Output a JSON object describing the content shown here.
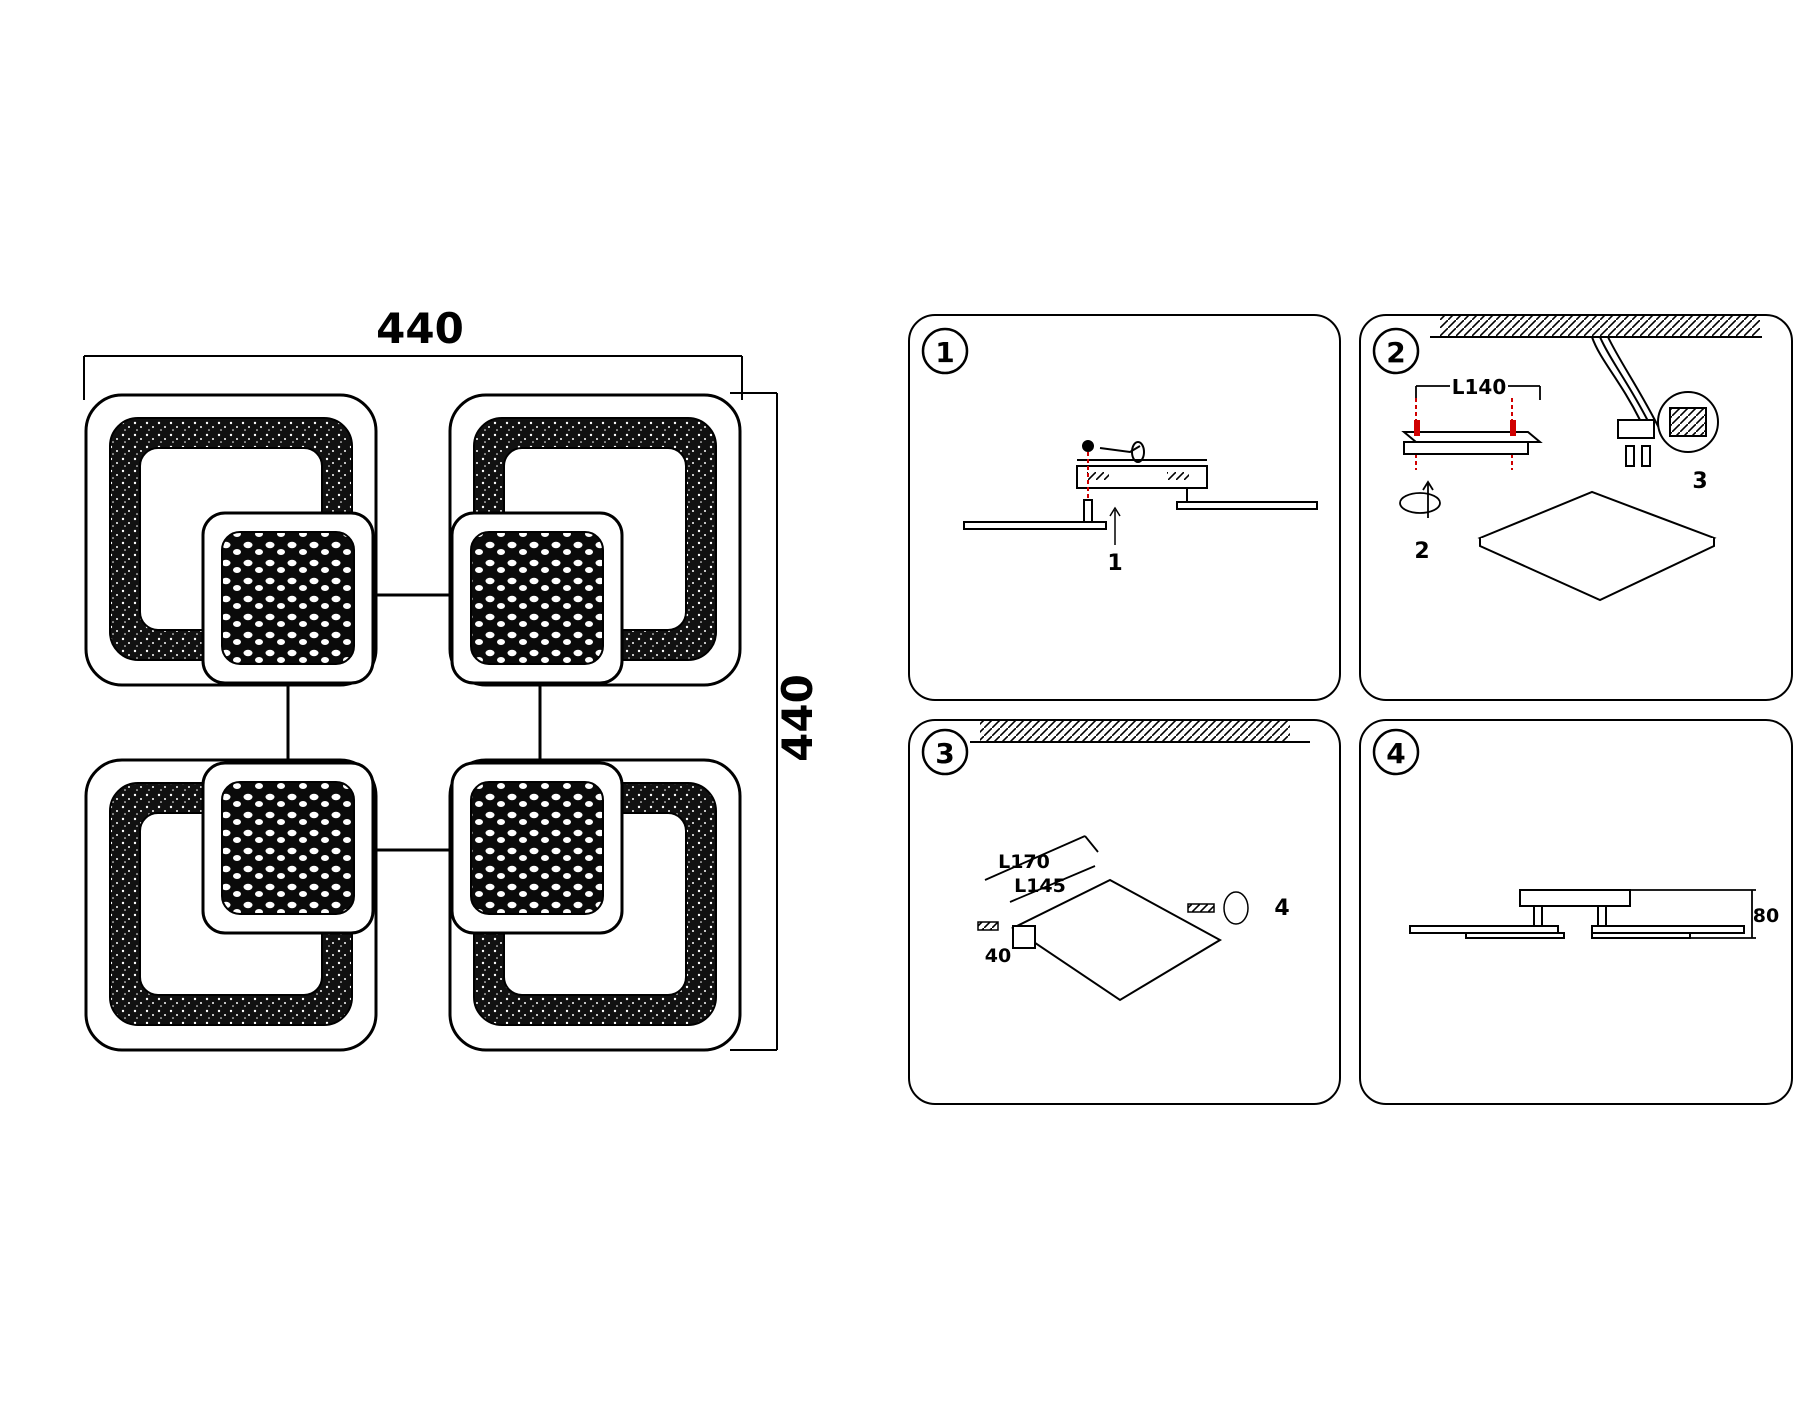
{
  "lamp": {
    "width_label": "440",
    "height_label": "440"
  },
  "panels": [
    {
      "step": "1",
      "callouts": [
        "1"
      ]
    },
    {
      "step": "2",
      "callouts": [
        "L140",
        "2",
        "3"
      ]
    },
    {
      "step": "3",
      "callouts": [
        "L170",
        "L145",
        "40",
        "4"
      ]
    },
    {
      "step": "4",
      "callouts": [
        "80"
      ]
    }
  ],
  "colors": {
    "ink": "#000000",
    "paper": "#ffffff",
    "guide": "#d00000"
  }
}
